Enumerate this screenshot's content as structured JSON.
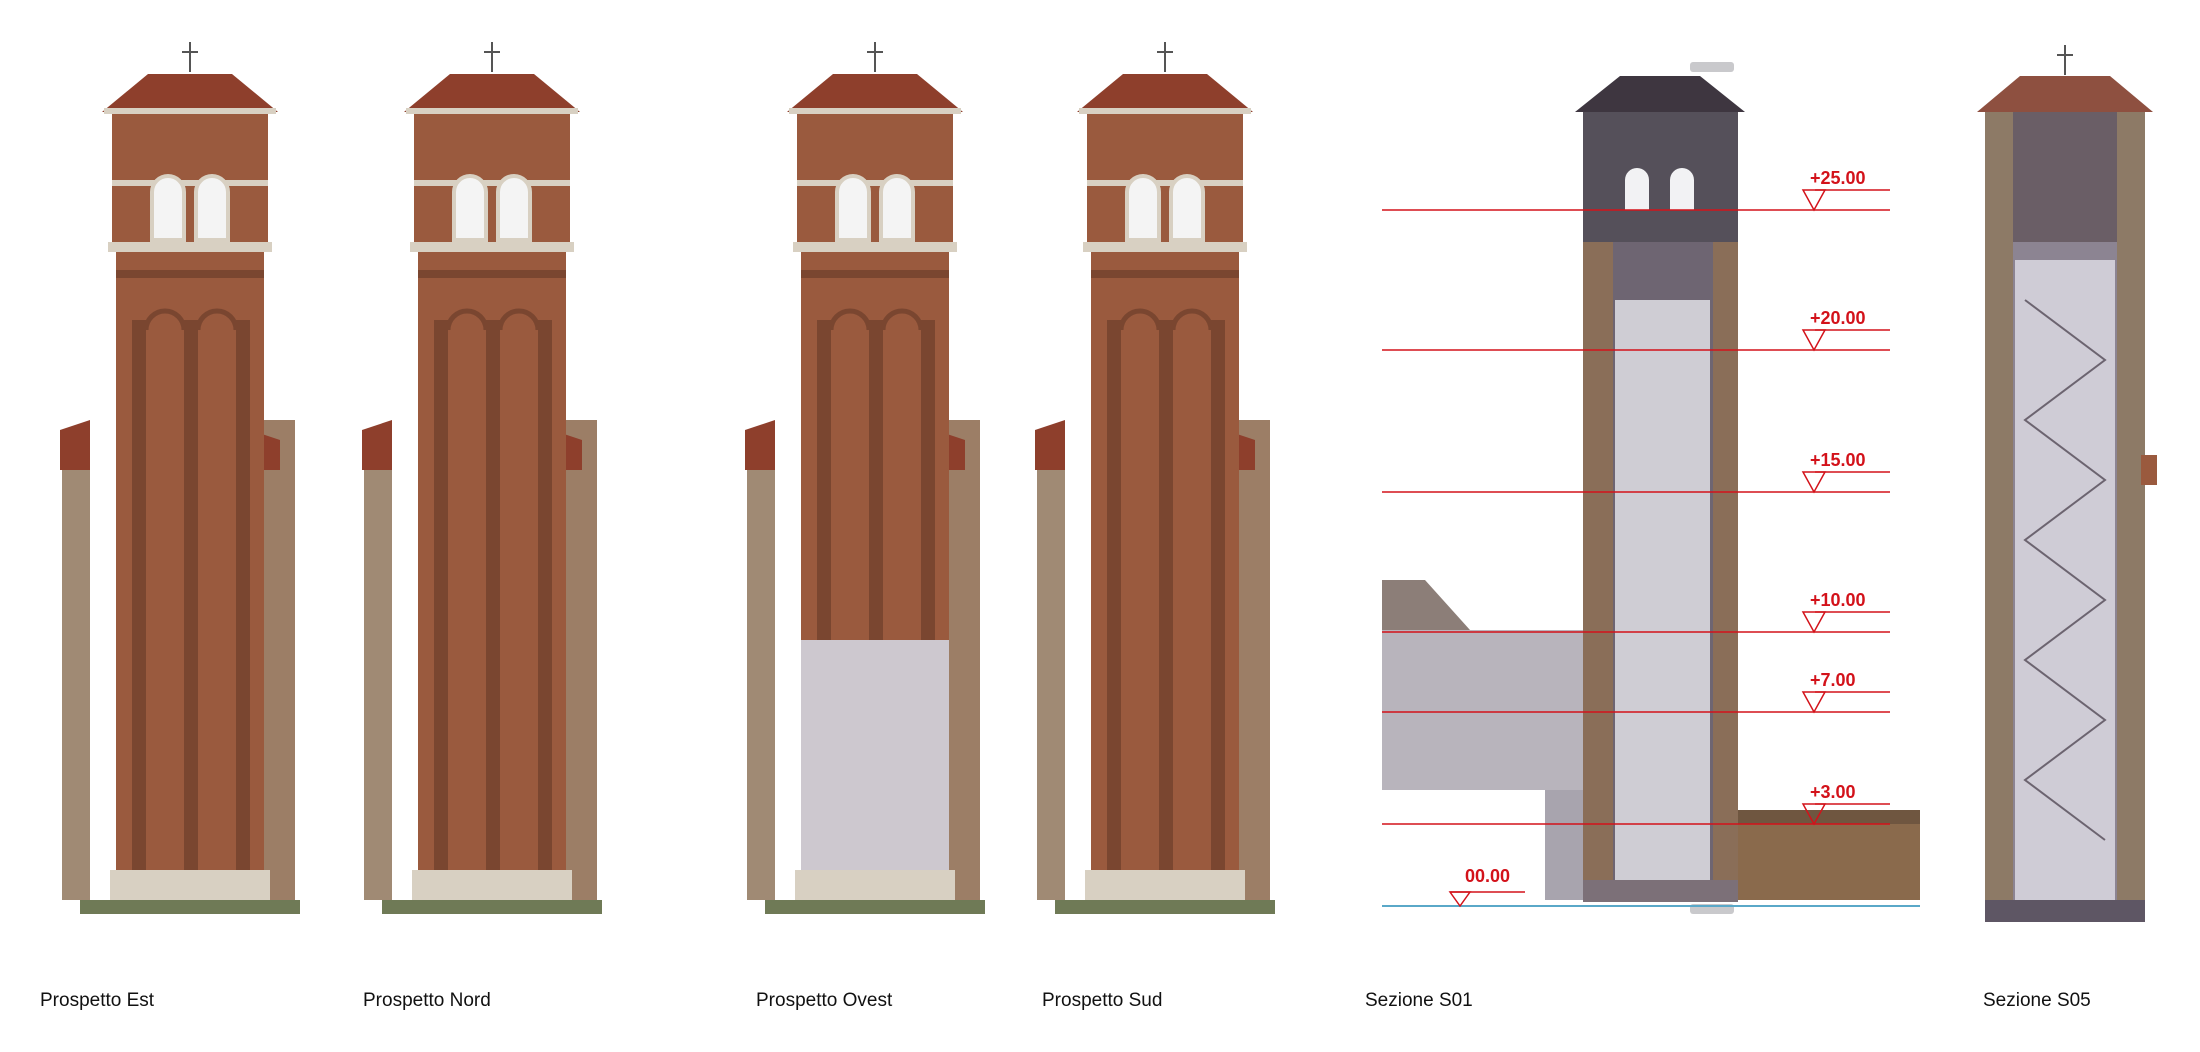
{
  "panels": [
    {
      "id": "est",
      "caption": "Prospetto Est"
    },
    {
      "id": "nord",
      "caption": "Prospetto Nord"
    },
    {
      "id": "ovest",
      "caption": "Prospetto Ovest"
    },
    {
      "id": "sud",
      "caption": "Prospetto Sud"
    },
    {
      "id": "s01",
      "caption": "Sezione S01"
    },
    {
      "id": "s05",
      "caption": "Sezione S05"
    }
  ],
  "section_levels": [
    "+25.00",
    "+20.00",
    "+15.00",
    "+10.00",
    "+7.00",
    "+3.00"
  ],
  "ground_level": "00.00",
  "colors": {
    "brick": "#9a5a3e",
    "brick_dark": "#7a4630",
    "roof": "#8e3f2c",
    "stone": "#d8d0c2",
    "scan_gray": "#9c98a4",
    "scan_light": "#dcdbe2",
    "level_line": "#d3121a",
    "ground_line": "#5aa8c8"
  }
}
